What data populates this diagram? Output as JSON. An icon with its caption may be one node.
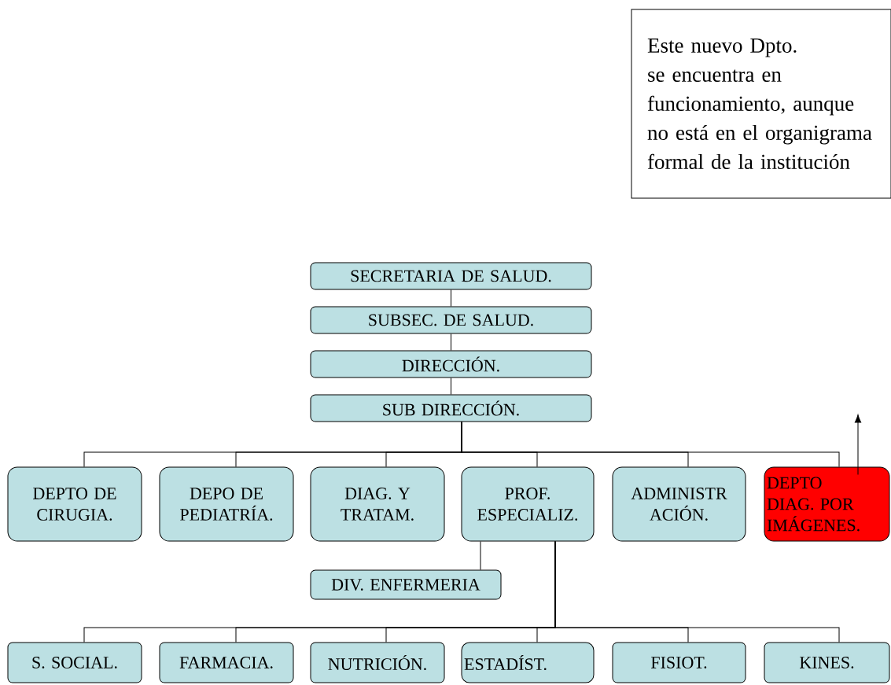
{
  "diagram": {
    "nodes": [
      {
        "text": [
          "Este nuevo Dpto. se encuentra en funcionamiento, aunque no está en el organigrama formal de la institución"
        ]
      },
      {
        "text": [
          "SECRETARIA DE SALUD."
        ]
      },
      {
        "text": [
          "SUBSEC. DE SALUD."
        ]
      },
      {
        "text": [
          "DIRECCIÓN."
        ]
      },
      {
        "text": [
          "SUB DIRECCIÓN."
        ]
      },
      {
        "text": [
          "DEPTO DE CIRUGIA."
        ]
      },
      {
        "text": [
          "DEPO DE PEDIATRÍA."
        ]
      },
      {
        "text": [
          "DIAG. Y TRATAM."
        ]
      },
      {
        "text": [
          "PROF. ESPECIALIZ."
        ]
      },
      {
        "text": [
          "ADMINISTR ACIÓN."
        ]
      },
      {
        "text": [
          "DEPTO DIAG. POR IMÁGENES."
        ]
      },
      {
        "text": [
          "DIV. ENFERMERIA"
        ]
      },
      {
        "text": [
          "S. SOCIAL."
        ]
      },
      {
        "text": [
          "FARMACIA."
        ]
      },
      {
        "text": [
          "NUTRICIÓN."
        ]
      },
      {
        "text": [
          "ESTADÍST."
        ]
      },
      {
        "text": [
          "FISIOT."
        ]
      },
      {
        "text": [
          "KINES."
        ]
      }
    ],
    "edges": [
      {
        "from": 1,
        "to": 2,
        "arrow": "none"
      },
      {
        "from": 2,
        "to": 3,
        "arrow": "none"
      },
      {
        "from": 3,
        "to": 4,
        "arrow": "none"
      },
      {
        "from": 4,
        "to": 5,
        "arrow": "none"
      },
      {
        "from": 4,
        "to": 6,
        "arrow": "none"
      },
      {
        "from": 4,
        "to": 7,
        "arrow": "none"
      },
      {
        "from": 4,
        "to": 8,
        "arrow": "none"
      },
      {
        "from": 4,
        "to": 9,
        "arrow": "none"
      },
      {
        "from": 4,
        "to": 10,
        "arrow": "none"
      },
      {
        "from": 8,
        "to": 11,
        "arrow": "none"
      },
      {
        "from": 8,
        "to": 12,
        "arrow": "none"
      },
      {
        "from": 8,
        "to": 13,
        "arrow": "none"
      },
      {
        "from": 8,
        "to": 14,
        "arrow": "none"
      },
      {
        "from": 8,
        "to": 15,
        "arrow": "none"
      },
      {
        "from": 8,
        "to": 16,
        "arrow": "none"
      },
      {
        "from": 8,
        "to": 17,
        "arrow": "none"
      },
      {
        "from": 10,
        "to": null,
        "arrow": "to"
      }
    ]
  }
}
